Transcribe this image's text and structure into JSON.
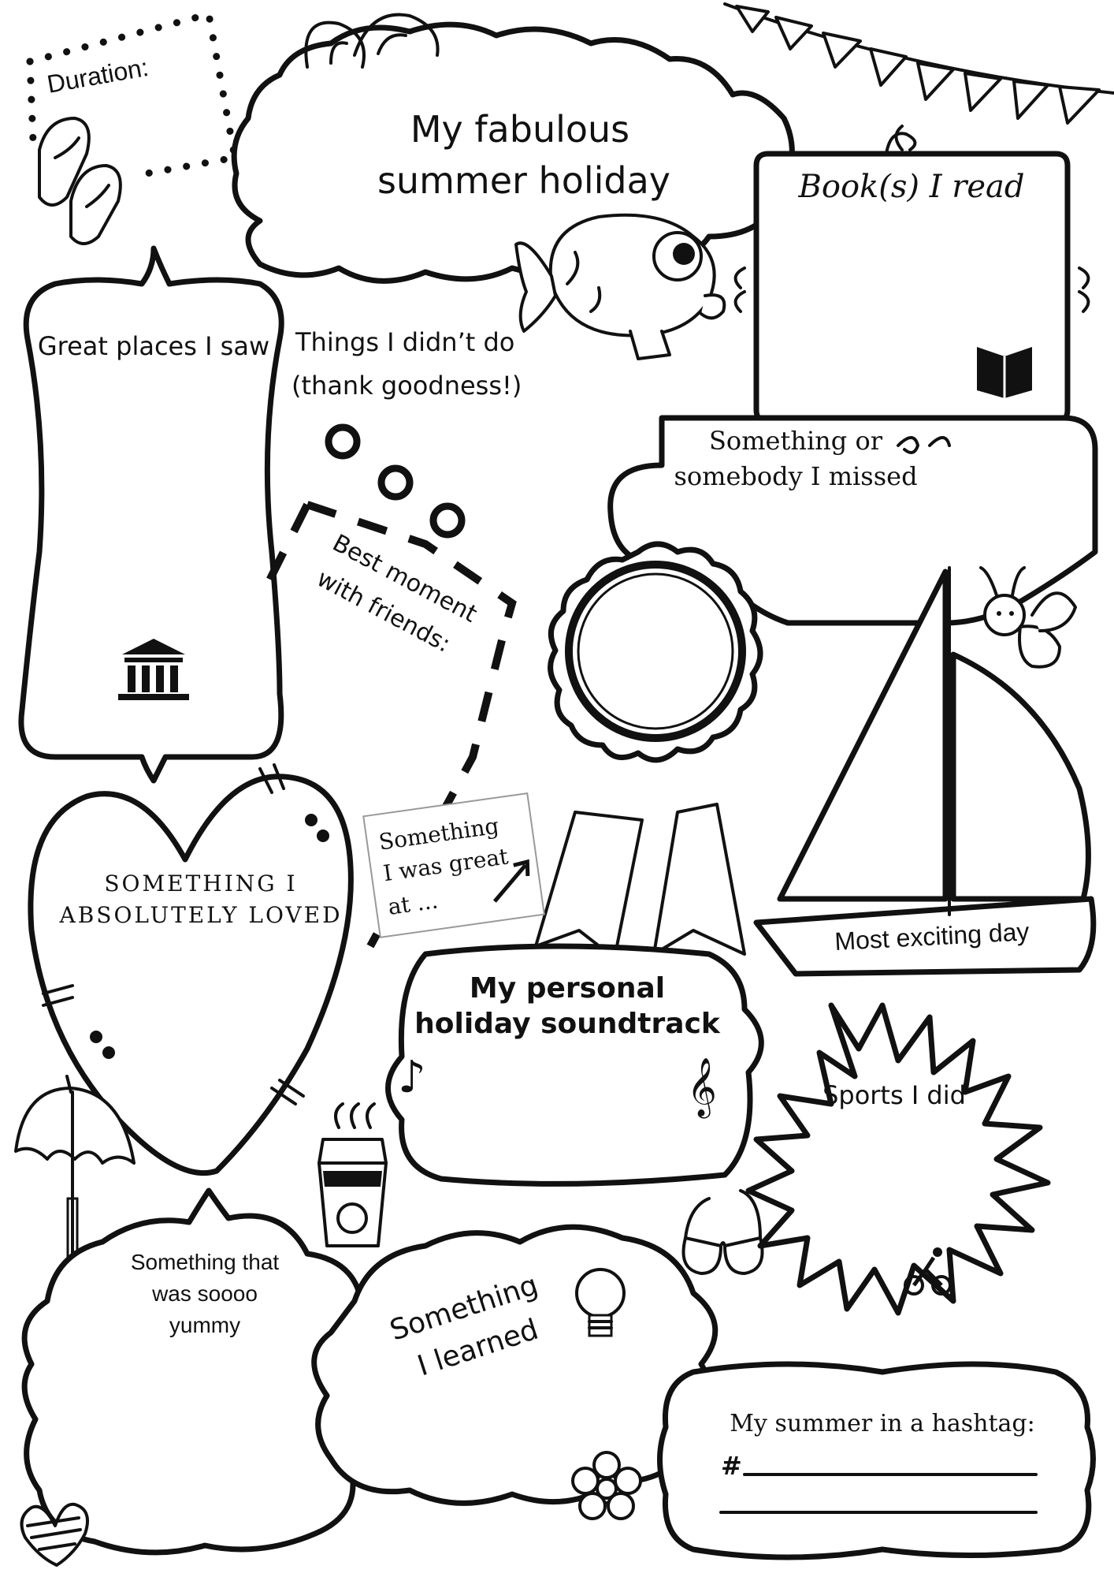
{
  "title": [
    "My fabulous",
    "summer holiday"
  ],
  "duration_label": "Duration:",
  "books_label": "Book(s) I read",
  "great_places_label": "Great places I saw",
  "things_didnt_do_label": [
    "Things I didn’t do",
    "(thank goodness!)"
  ],
  "missed_label": [
    "Something or",
    "somebody I missed"
  ],
  "best_moment_label": [
    "Best moment",
    "with friends:"
  ],
  "loved_label": [
    "SOMETHING I",
    "ABSOLUTELY LOVED"
  ],
  "great_at_label": [
    "Something",
    "I was great",
    "at ..."
  ],
  "exciting_day_label": "Most exciting day",
  "soundtrack_label": [
    "My personal",
    "holiday soundtrack"
  ],
  "sports_label": "Sports I did",
  "yummy_label": [
    "Something that",
    "was soooo",
    "yummy"
  ],
  "learned_label": [
    "Something",
    "I learned"
  ],
  "hashtag_label": "My summer in a hashtag:",
  "hashtag_symbol": "#",
  "icons": {
    "flip_flops": "flip-flops-icon",
    "fish": "fish-icon",
    "book": "book-icon",
    "museum": "museum-icon",
    "rosette": "award-rosette-icon",
    "sailboat": "sailboat-icon",
    "bee": "bee-icon",
    "umbrella": "beach-umbrella-icon",
    "coffee": "coffee-cup-icon",
    "sunglasses": "sunglasses-icon",
    "music_note": "music-note-icon",
    "treble_clef": "treble-clef-icon",
    "cyclist": "cyclist-icon",
    "lightbulb": "lightbulb-icon",
    "flower": "flower-icon",
    "heart_small": "small-heart-icon",
    "bunting": "bunting-icon"
  },
  "colors": {
    "ink": "#111111",
    "paper": "#ffffff"
  }
}
